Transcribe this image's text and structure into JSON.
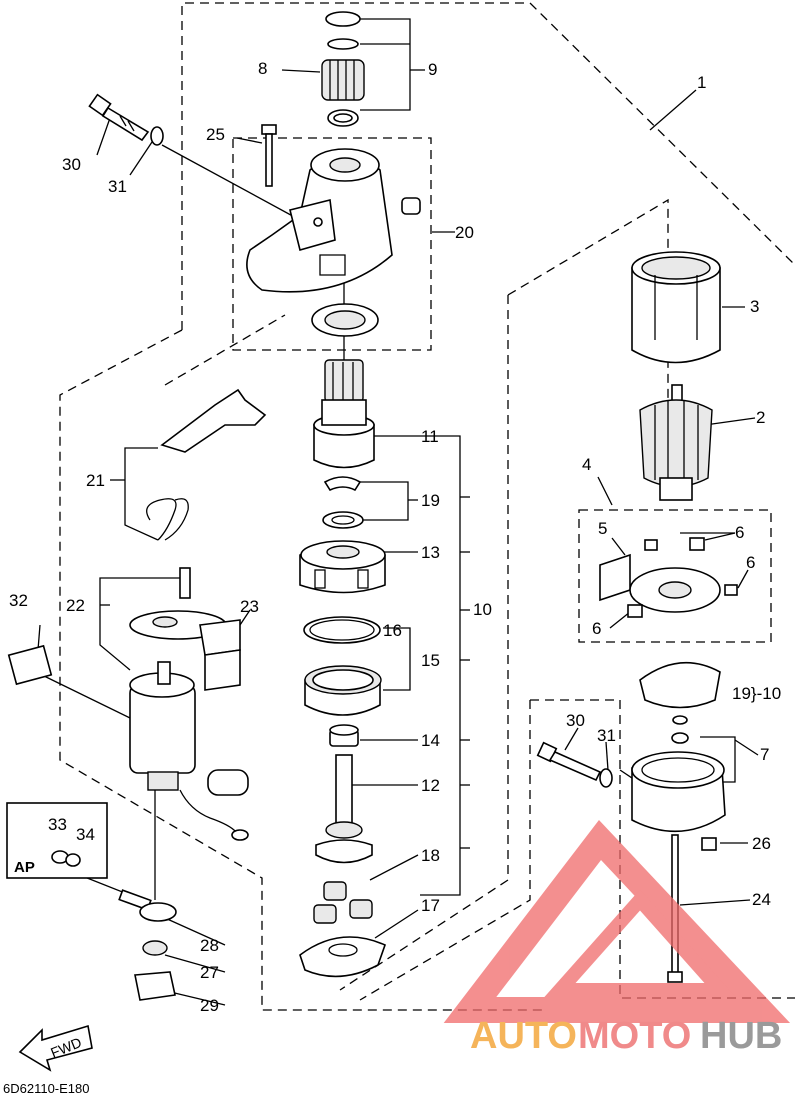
{
  "diagram": {
    "code": "6D62110-E180",
    "ap_label": "AP",
    "fwd_label": "FWD",
    "bracket_19_10": "19}-10",
    "labels": [
      {
        "id": "1",
        "text": "1"
      },
      {
        "id": "2",
        "text": "2"
      },
      {
        "id": "3",
        "text": "3"
      },
      {
        "id": "4",
        "text": "4"
      },
      {
        "id": "5",
        "text": "5"
      },
      {
        "id": "6a",
        "text": "6"
      },
      {
        "id": "6b",
        "text": "6"
      },
      {
        "id": "6c",
        "text": "6"
      },
      {
        "id": "7",
        "text": "7"
      },
      {
        "id": "8",
        "text": "8"
      },
      {
        "id": "9",
        "text": "9"
      },
      {
        "id": "10",
        "text": "10"
      },
      {
        "id": "11",
        "text": "11"
      },
      {
        "id": "12",
        "text": "12"
      },
      {
        "id": "13",
        "text": "13"
      },
      {
        "id": "14",
        "text": "14"
      },
      {
        "id": "15",
        "text": "15"
      },
      {
        "id": "16",
        "text": "16"
      },
      {
        "id": "17",
        "text": "17"
      },
      {
        "id": "18",
        "text": "18"
      },
      {
        "id": "19",
        "text": "19"
      },
      {
        "id": "20",
        "text": "20"
      },
      {
        "id": "21",
        "text": "21"
      },
      {
        "id": "22",
        "text": "22"
      },
      {
        "id": "23",
        "text": "23"
      },
      {
        "id": "24",
        "text": "24"
      },
      {
        "id": "25",
        "text": "25"
      },
      {
        "id": "26",
        "text": "26"
      },
      {
        "id": "27",
        "text": "27"
      },
      {
        "id": "28",
        "text": "28"
      },
      {
        "id": "29",
        "text": "29"
      },
      {
        "id": "30a",
        "text": "30"
      },
      {
        "id": "30b",
        "text": "30"
      },
      {
        "id": "31a",
        "text": "31"
      },
      {
        "id": "31b",
        "text": "31"
      },
      {
        "id": "32",
        "text": "32"
      },
      {
        "id": "33",
        "text": "33"
      },
      {
        "id": "34",
        "text": "34"
      }
    ]
  },
  "watermark": {
    "part1": "AUTO",
    "part2": "MOTO",
    "part3": "HUB",
    "color1": "#f5b45a",
    "color2": "#f08a8a",
    "color3": "#9a9a9a",
    "logo_color": "#f06a6a"
  }
}
